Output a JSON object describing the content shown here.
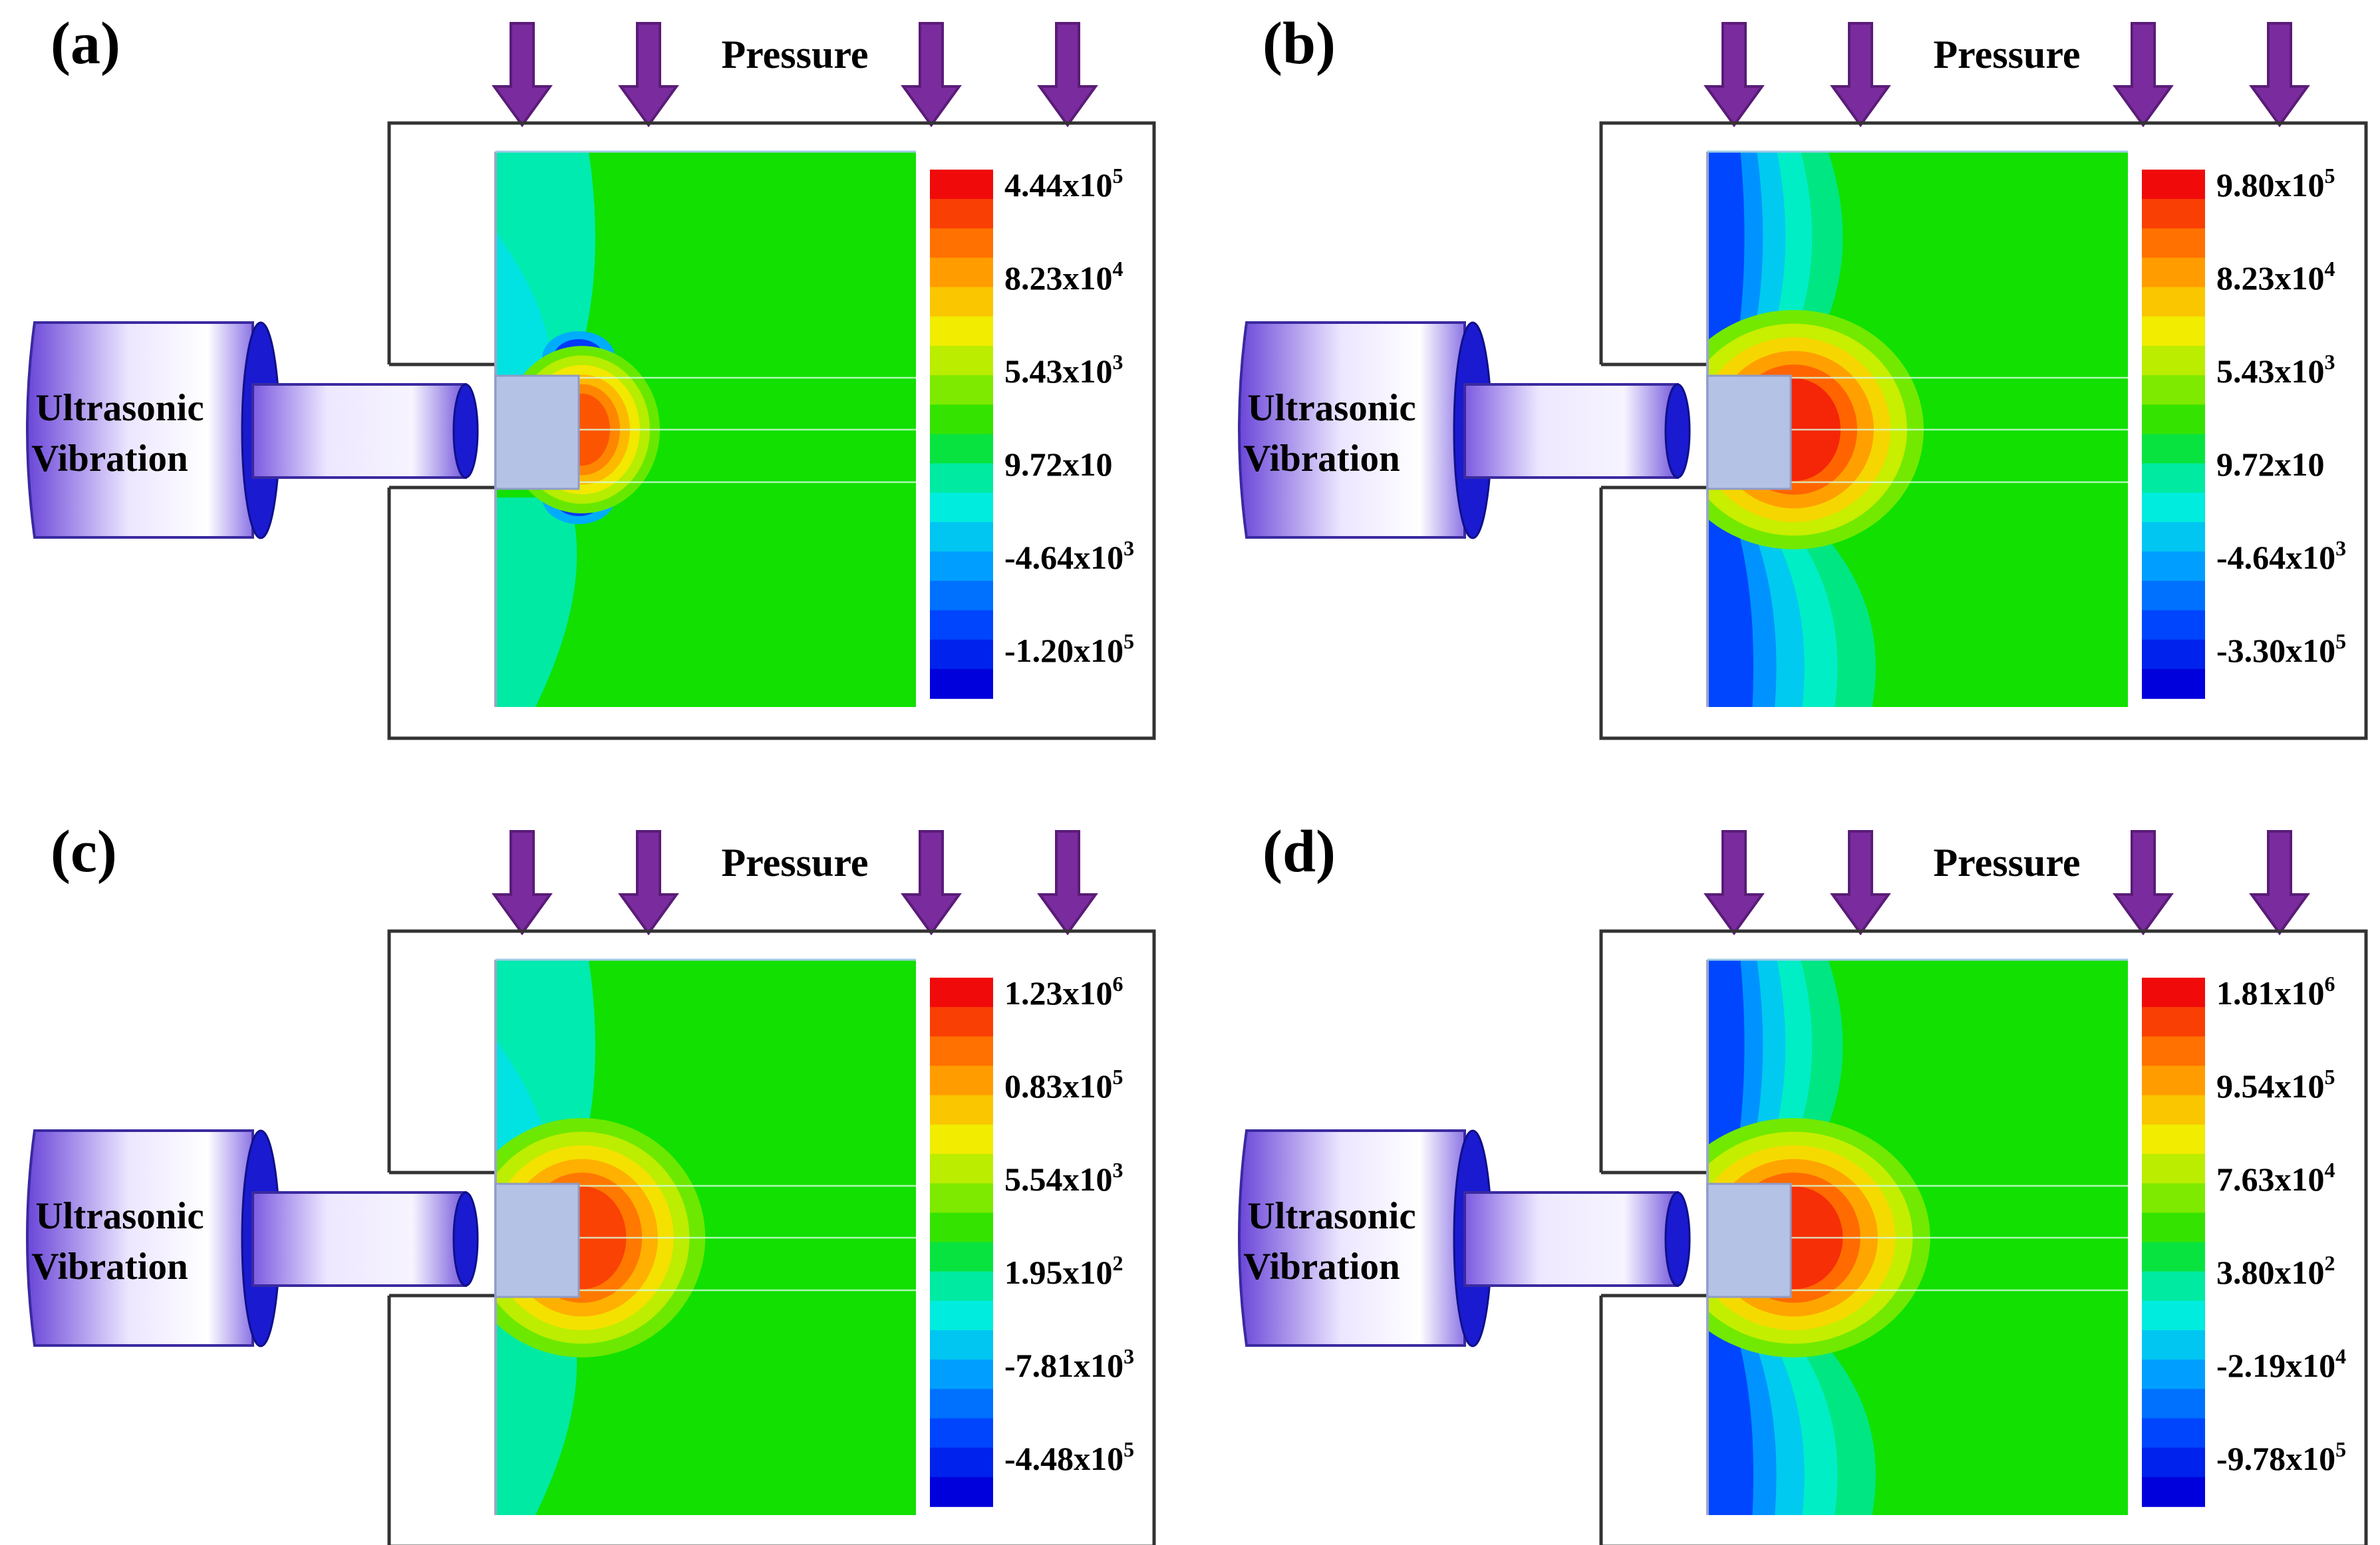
{
  "colors": {
    "arrow": "#7a2c9e",
    "arrow_stroke": "#5a1c78",
    "housing_stroke": "#333333",
    "horn_dark": "#1a1ad0",
    "horn_light": "#f4f0ff",
    "piston": "#b4c2e6",
    "green": "#11e000"
  },
  "icons": {
    "pressure": "down-arrow-icon",
    "transducer": "ultrasonic-transducer-icon"
  },
  "panels": [
    {
      "label": "(a)",
      "pressure_label": "Pressure",
      "device_label_line1": "Ultrasonic",
      "device_label_line2": "Vibration",
      "colorbar_ticks": [
        {
          "mant": "4.44x10",
          "exp": "5"
        },
        {
          "mant": "8.23x10",
          "exp": "4"
        },
        {
          "mant": "5.43x10",
          "exp": "3"
        },
        {
          "mant": "9.72x10",
          "exp": ""
        },
        {
          "mant": "-4.64x10",
          "exp": "3"
        },
        {
          "mant": "-1.20x10",
          "exp": "5"
        }
      ],
      "field": {
        "hot_intensity": 0.75,
        "hot_extent": 0.6,
        "cold_intensity": 0.45,
        "edge_cold": false
      }
    },
    {
      "label": "(b)",
      "pressure_label": "Pressure",
      "device_label_line1": "Ultrasonic",
      "device_label_line2": "Vibration",
      "colorbar_ticks": [
        {
          "mant": "9.80x10",
          "exp": "5"
        },
        {
          "mant": "8.23x10",
          "exp": "4"
        },
        {
          "mant": "5.43x10",
          "exp": "3"
        },
        {
          "mant": "9.72x10",
          "exp": ""
        },
        {
          "mant": "-4.64x10",
          "exp": "3"
        },
        {
          "mant": "-3.30x10",
          "exp": "5"
        }
      ],
      "field": {
        "hot_intensity": 1.0,
        "hot_extent": 1.0,
        "cold_intensity": 1.0,
        "edge_cold": true
      }
    },
    {
      "label": "(c)",
      "pressure_label": "Pressure",
      "device_label_line1": "Ultrasonic",
      "device_label_line2": "Vibration",
      "colorbar_ticks": [
        {
          "mant": "1.23x10",
          "exp": "6"
        },
        {
          "mant": "0.83x10",
          "exp": "5"
        },
        {
          "mant": "5.54x10",
          "exp": "3"
        },
        {
          "mant": "1.95x10",
          "exp": "2"
        },
        {
          "mant": "-7.81x10",
          "exp": "3"
        },
        {
          "mant": "-4.48x10",
          "exp": "5"
        }
      ],
      "field": {
        "hot_intensity": 0.85,
        "hot_extent": 0.95,
        "cold_intensity": 0.5,
        "edge_cold": false
      }
    },
    {
      "label": "(d)",
      "pressure_label": "Pressure",
      "device_label_line1": "Ultrasonic",
      "device_label_line2": "Vibration",
      "colorbar_ticks": [
        {
          "mant": "1.81x10",
          "exp": "6"
        },
        {
          "mant": "9.54x10",
          "exp": "5"
        },
        {
          "mant": "7.63x10",
          "exp": "4"
        },
        {
          "mant": "3.80x10",
          "exp": "2"
        },
        {
          "mant": "-2.19x10",
          "exp": "4"
        },
        {
          "mant": "-9.78x10",
          "exp": "5"
        }
      ],
      "field": {
        "hot_intensity": 0.95,
        "hot_extent": 1.05,
        "cold_intensity": 0.95,
        "edge_cold": true
      }
    }
  ]
}
